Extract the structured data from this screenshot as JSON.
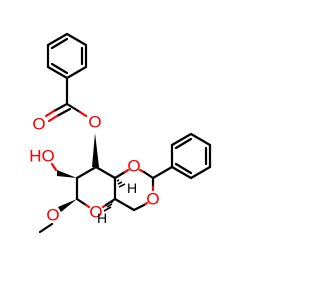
{
  "molecule": {
    "atoms": {
      "carbonyl_o": "O",
      "ester_o": "O",
      "hydroxyl": "HO",
      "ring_o1": "O",
      "ring_o2": "O",
      "pyranose_o": "O",
      "methoxy_o": "O",
      "h_top": "H",
      "h_bottom": "H"
    }
  }
}
